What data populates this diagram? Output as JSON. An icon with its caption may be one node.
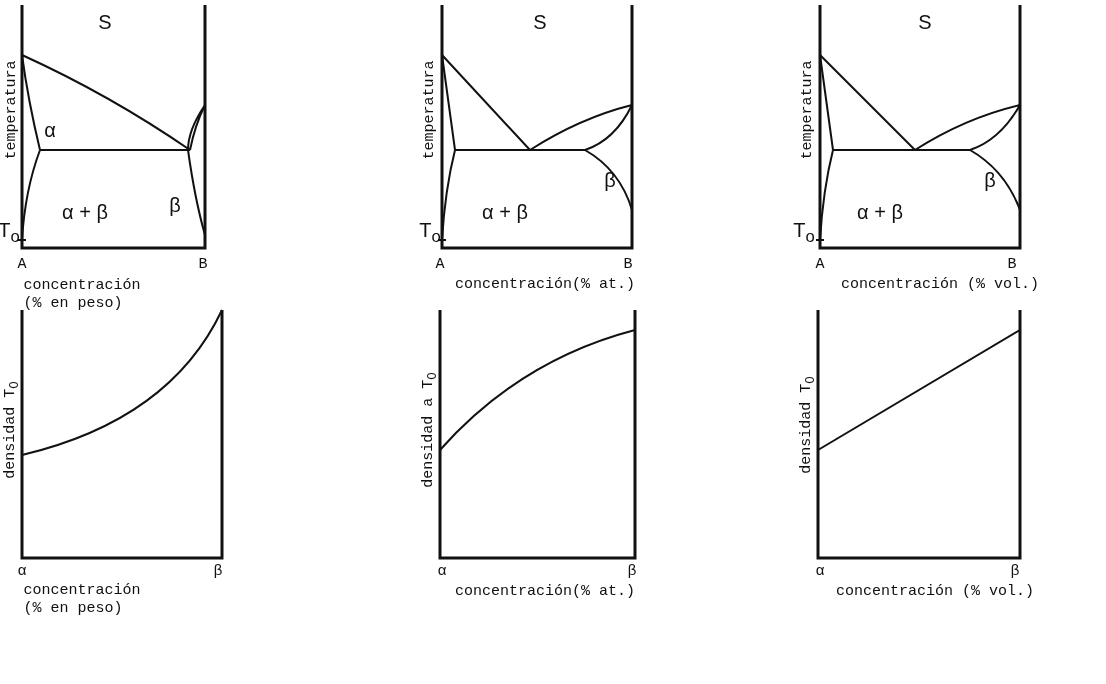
{
  "diagram": {
    "labels": [
      "temperatura",
      "S",
      "α",
      "α + β",
      "β",
      "T$_{o}$",
      "A",
      "B",
      "concentración (% en peso)",
      "temperatura",
      "S",
      "β",
      "α + β",
      "T$_{o}$",
      "A",
      "B",
      "concentración(% at.)",
      "temperatura",
      "S",
      "β",
      "α + β",
      "T$_{o}$",
      "A",
      "B",
      "concentración (% vol.)",
      "densidad T$_{O}$",
      "α",
      "β",
      "concentración (% en peso)",
      "densidad a T$_{O}$",
      "α",
      "β",
      "concentración(% at.)",
      "densidad T$_{O}$",
      "α",
      "β",
      "concentración (% vol.)"
    ]
  }
}
